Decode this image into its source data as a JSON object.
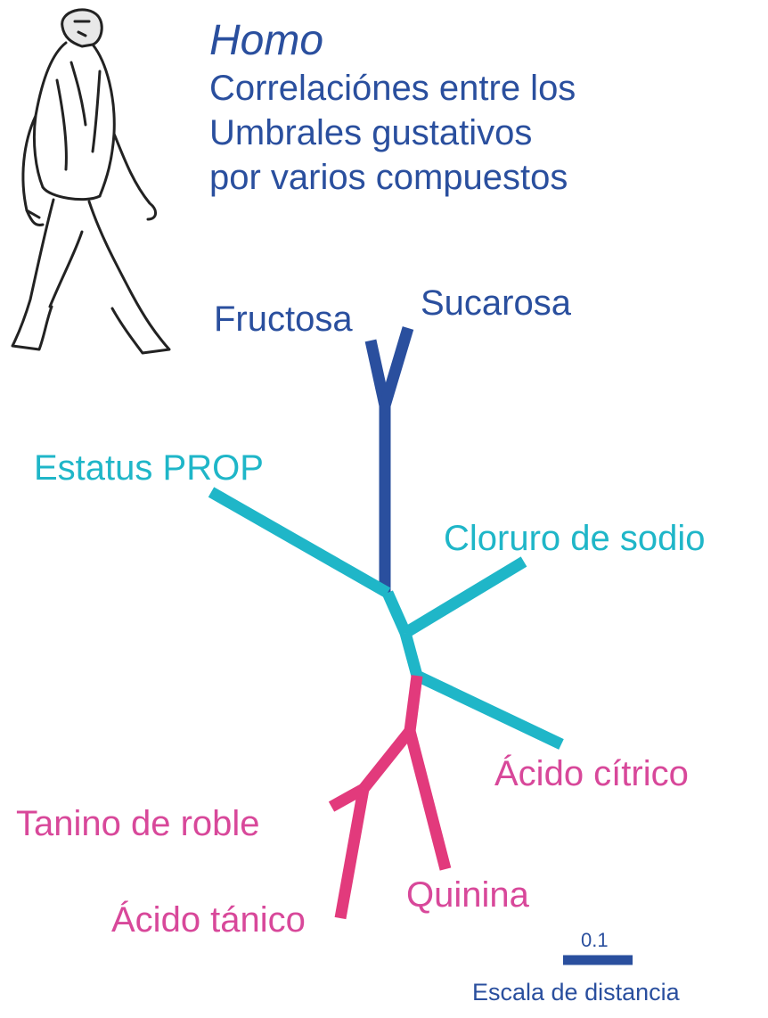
{
  "title": {
    "genus": "Homo",
    "lines": [
      "Correlaciónes entre los",
      "Umbrales gustativos",
      "por varios compuestos"
    ]
  },
  "leaves": {
    "fructosa": "Fructosa",
    "sucarosa": "Sucarosa",
    "estatus_prop": "Estatus PROP",
    "cloruro_de_sodio": "Cloruro de sodio",
    "acido_citrico": "Ácido cítrico",
    "tanino_de_roble": "Tanino de roble",
    "acido_tanico": "Ácido tánico",
    "quinina": "Quinina"
  },
  "scale": {
    "value": "0.1",
    "caption": "Escala de distancia"
  },
  "colors": {
    "sweet": "#2a4f9e",
    "salty_sour": "#1fb6c8",
    "bitter": "#e23a7c"
  },
  "figure": "hominid-walking"
}
